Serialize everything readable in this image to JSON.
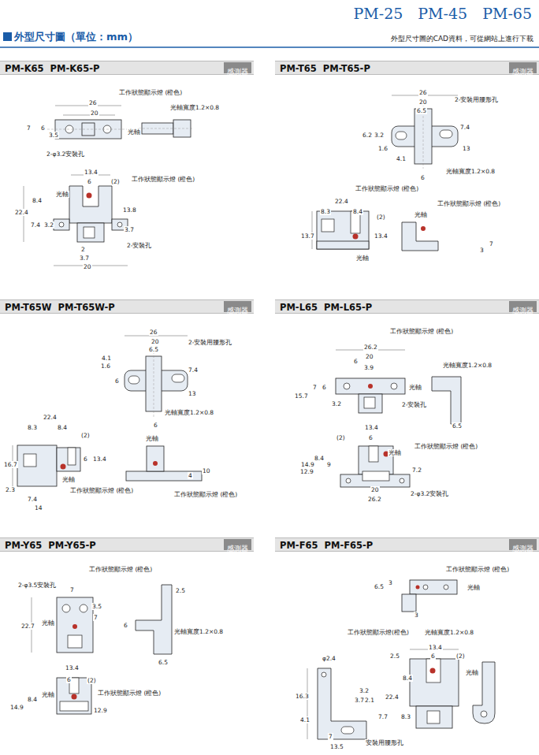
{
  "diagram": {
    "title": "外型尺寸圖（單位：mm）",
    "nodes": [
      {
        "text": [
          "PM-K65  PM-K65-P"
        ]
      },
      {
        "text": [
          "感測器"
        ],
        "in": 0
      },
      {
        "text": [
          "PM-T65  PM-T65-P"
        ]
      },
      {
        "text": [
          "感測器"
        ],
        "in": 2
      },
      {
        "text": [
          "PM-T65W  PM-T65W-P"
        ]
      },
      {
        "text": [
          "感測器"
        ],
        "in": 4
      },
      {
        "text": [
          "PM-L65  PM-L65-P"
        ]
      },
      {
        "text": [
          "感測器"
        ],
        "in": 6
      },
      {
        "text": [
          "PM-Y65  PM-Y65-P"
        ]
      },
      {
        "text": [
          "感測器"
        ],
        "in": 8
      },
      {
        "text": [
          "PM-F65  PM-F65-P"
        ]
      },
      {
        "text": [
          "感測器"
        ],
        "in": 10
      }
    ],
    "labels": [
      "PM-25　PM-45　PM-65",
      "外型尺寸圖的CAD資料，可從網站上進行下載",
      "工作狀態顯示燈 (橙色)",
      "光軸寬度1.2×0.8",
      "26",
      "20",
      "7",
      "6",
      "3.5",
      "光軸",
      "2-φ3.2安裝孔",
      "13.4",
      "6",
      "(2)",
      "工作狀態顯示燈 (橙色)",
      "光軸",
      "8.4",
      "22.4",
      "13.8",
      "7.4",
      "3.2",
      "3.7",
      "2",
      "2-安裝孔",
      "3.7",
      "20",
      "26",
      "20",
      "2-安裝用腰形孔",
      "6.5",
      "7.4",
      "6.2",
      "3.2",
      "1.6",
      "13",
      "4.1",
      "光軸寬度1.2×0.8",
      "6",
      "工作狀態顯示燈 (橙色)",
      "工作狀態顯示燈 (橙色)",
      "22.4",
      "8.3",
      "8.4",
      "(2)",
      "光軸",
      "13.7",
      "13.4",
      "7",
      "3",
      "光軸",
      "26",
      "20",
      "2-安裝用腰形孔",
      "6.5",
      "4.1",
      "1.6",
      "7.4",
      "6",
      "13",
      "光軸寬度1.2×0.8",
      "6",
      "22.4",
      "8.3",
      "8.4",
      "(2)",
      "光軸",
      "16.7",
      "6",
      "13.4",
      "10",
      "光軸",
      "4",
      "2.3",
      "工作狀態顯示燈 (橙色)",
      "工作狀態顯示燈 (橙色)",
      "7.4",
      "14",
      "工作狀態顯示燈 (橙色)",
      "26.2",
      "20",
      "6",
      "3.9",
      "光軸寬度1.2×0.8",
      "7",
      "6",
      "15.7",
      "光軸",
      "3.2",
      "2-安裝孔",
      "6.5",
      "(2)",
      "13.4",
      "6",
      "工作狀態顯示燈 (橙色)",
      "光軸",
      "8.4",
      "14.9",
      "9",
      "12.9",
      "7.2",
      "20",
      "2-φ3.2安裝孔",
      "26.2",
      "工作狀態顯示燈 (橙色)",
      "2-φ3.5安裝孔",
      "7",
      "2.5",
      "3.5",
      "7",
      "6",
      "22.7",
      "光軸",
      "光軸寬度1.2×0.8",
      "6.5",
      "13.4",
      "6",
      "(2)",
      "工作狀態顯示燈 (橙色)",
      "光軸",
      "8.4",
      "14.9",
      "12.9",
      "工作狀態顯示燈 (橙色)",
      "6.5",
      "3",
      "光軸",
      "3",
      "工作狀態顯示燈(橙色)",
      "光軸寬度1.2×0.8",
      "13.4",
      "φ2.4",
      "2.5",
      "6",
      "(2)",
      "光軸",
      "8.4",
      "16.3",
      "3.2",
      "3.7",
      "2.1",
      "22.4",
      "7.7",
      "8.3",
      "4.1",
      "7",
      "安裝用腰形孔",
      "13.5"
    ]
  }
}
